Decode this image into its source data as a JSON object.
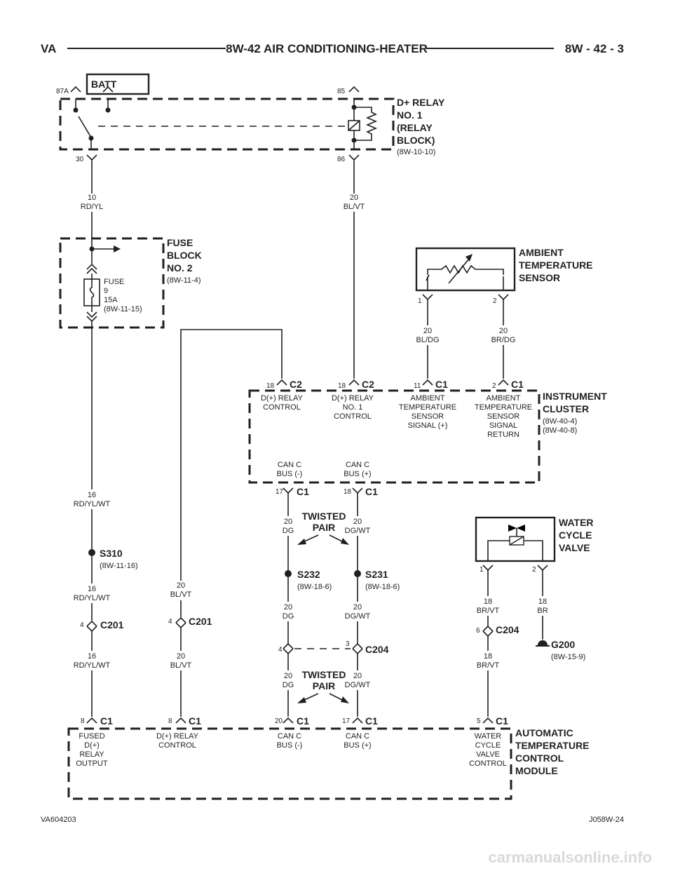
{
  "header": {
    "left": "VA",
    "title": "8W-42 AIR CONDITIONING-HEATER",
    "right": "8W - 42 - 3"
  },
  "footer": {
    "left": "VA604203",
    "right": "J058W-24"
  },
  "watermark": "carmanualsonline.info",
  "batt": "BATT",
  "relay": {
    "name_lines": [
      "D+ RELAY",
      "NO. 1",
      "(RELAY",
      "BLOCK)"
    ],
    "ref": "(8W-10-10)",
    "pin_87a": "87A",
    "pin_85": "85",
    "pin_30": "30",
    "pin_86": "86"
  },
  "wires": {
    "w_rdyl_gauge": "10",
    "w_rdyl_color": "RD/YL",
    "w_blvt_gauge": "20",
    "w_blvt_color": "BL/VT",
    "w_rdylwt1_gauge": "16",
    "w_rdylwt1_color": "RD/YL/WT",
    "w_rdylwt2_gauge": "16",
    "w_rdylwt2_color": "RD/YL/WT",
    "w_rdylwt3_gauge": "16",
    "w_rdylwt3_color": "RD/YL/WT",
    "w_blvt2_gauge": "20",
    "w_blvt2_color": "BL/VT",
    "w_blvt3_gauge": "20",
    "w_blvt3_color": "BL/VT",
    "w_bldg_gauge": "20",
    "w_bldg_color": "BL/DG",
    "w_brdg_gauge": "20",
    "w_brdg_color": "BR/DG",
    "w_dg1_gauge": "20",
    "w_dg1_color": "DG",
    "w_dgwt1_gauge": "20",
    "w_dgwt1_color": "DG/WT",
    "w_dg2_gauge": "20",
    "w_dg2_color": "DG",
    "w_dgwt2_gauge": "20",
    "w_dgwt2_color": "DG/WT",
    "w_dg3_gauge": "20",
    "w_dg3_color": "DG",
    "w_dgwt3_gauge": "20",
    "w_dgwt3_color": "DG/WT",
    "w_brvt1_gauge": "18",
    "w_brvt1_color": "BR/VT",
    "w_br_gauge": "18",
    "w_br_color": "BR",
    "w_brvt2_gauge": "18",
    "w_brvt2_color": "BR/VT"
  },
  "fuse_block": {
    "name_lines": [
      "FUSE",
      "BLOCK",
      "NO. 2"
    ],
    "ref": "(8W-11-4)",
    "fuse_lines": [
      "FUSE",
      "9",
      "15A",
      "(8W-11-15)"
    ]
  },
  "ambient_sensor": {
    "name_lines": [
      "AMBIENT",
      "TEMPERATURE",
      "SENSOR"
    ],
    "pin1": "1",
    "pin2": "2"
  },
  "instrument_cluster": {
    "name_lines": [
      "INSTRUMENT",
      "CLUSTER"
    ],
    "refs": [
      "(8W-40-4)",
      "(8W-40-8)"
    ],
    "c2a_pin": "18",
    "c2a_conn": "C2",
    "c2a_lines": [
      "D(+) RELAY",
      "CONTROL"
    ],
    "c2b_pin": "18",
    "c2b_conn": "C2",
    "c2b_lines": [
      "D(+) RELAY",
      "NO. 1",
      "CONTROL"
    ],
    "c1a_pin": "11",
    "c1a_conn": "C1",
    "c1a_lines": [
      "AMBIENT",
      "TEMPERATURE",
      "SENSOR",
      "SIGNAL (+)"
    ],
    "c1b_pin": "2",
    "c1b_conn": "C1",
    "c1b_lines": [
      "AMBIENT",
      "TEMPERATURE",
      "SENSOR",
      "SIGNAL",
      "RETURN"
    ],
    "can_neg_lines": [
      "CAN C",
      "BUS (-)"
    ],
    "can_pos_lines": [
      "CAN C",
      "BUS (+)"
    ],
    "bot1_pin": "17",
    "bot1_conn": "C1",
    "bot2_pin": "18",
    "bot2_conn": "C1"
  },
  "twisted_pair_label": [
    "TWISTED",
    "PAIR"
  ],
  "splices": {
    "s310": "S310",
    "s310_ref": "(8W-11-16)",
    "s232": "S232",
    "s232_ref": "(8W-18-6)",
    "s231": "S231",
    "s231_ref": "(8W-18-6)"
  },
  "connectors": {
    "c201a_pin": "4",
    "c201a_name": "C201",
    "c201b_pin": "4",
    "c201b_name": "C201",
    "c204a_pin": "4",
    "c204b_pin": "3",
    "c204_name": "C204",
    "c204c_pin": "6",
    "c204c_name": "C204"
  },
  "water_valve": {
    "name_lines": [
      "WATER",
      "CYCLE",
      "VALVE"
    ],
    "pin1": "1",
    "pin2": "2"
  },
  "ground": {
    "name": "G200",
    "ref": "(8W-15-9)"
  },
  "atc_module": {
    "name_lines": [
      "AUTOMATIC",
      "TEMPERATURE",
      "CONTROL",
      "MODULE"
    ],
    "p1_pin": "8",
    "p1_conn": "C1",
    "p1_lines": [
      "FUSED",
      "D(+)",
      "RELAY",
      "OUTPUT"
    ],
    "p2_pin": "8",
    "p2_conn": "C1",
    "p2_lines": [
      "D(+) RELAY",
      "CONTROL"
    ],
    "p3_pin": "20",
    "p3_conn": "C1",
    "p3_lines": [
      "CAN C",
      "BUS (-)"
    ],
    "p4_pin": "17",
    "p4_conn": "C1",
    "p4_lines": [
      "CAN C",
      "BUS (+)"
    ],
    "p5_pin": "5",
    "p5_conn": "C1",
    "p5_lines": [
      "WATER",
      "CYCLE",
      "VALVE",
      "CONTROL"
    ]
  }
}
